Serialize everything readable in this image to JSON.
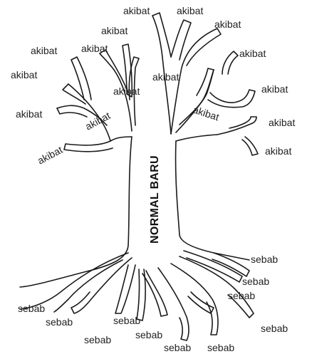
{
  "diagram": {
    "trunk_label": "NORMAL BARU",
    "branch_labels": [
      "akibat",
      "akibat",
      "akibat",
      "akibat",
      "akibat",
      "akibat",
      "akibat",
      "akibat",
      "akibat",
      "akibat",
      "akibat",
      "akibat",
      "akibat",
      "akibat",
      "akibat",
      "akibat",
      "akibat"
    ],
    "root_labels": [
      "sebab",
      "sebab",
      "sebab",
      "sebab",
      "sebab",
      "sebab",
      "sebab",
      "sebab",
      "sebab",
      "sebab",
      "sebab"
    ]
  }
}
